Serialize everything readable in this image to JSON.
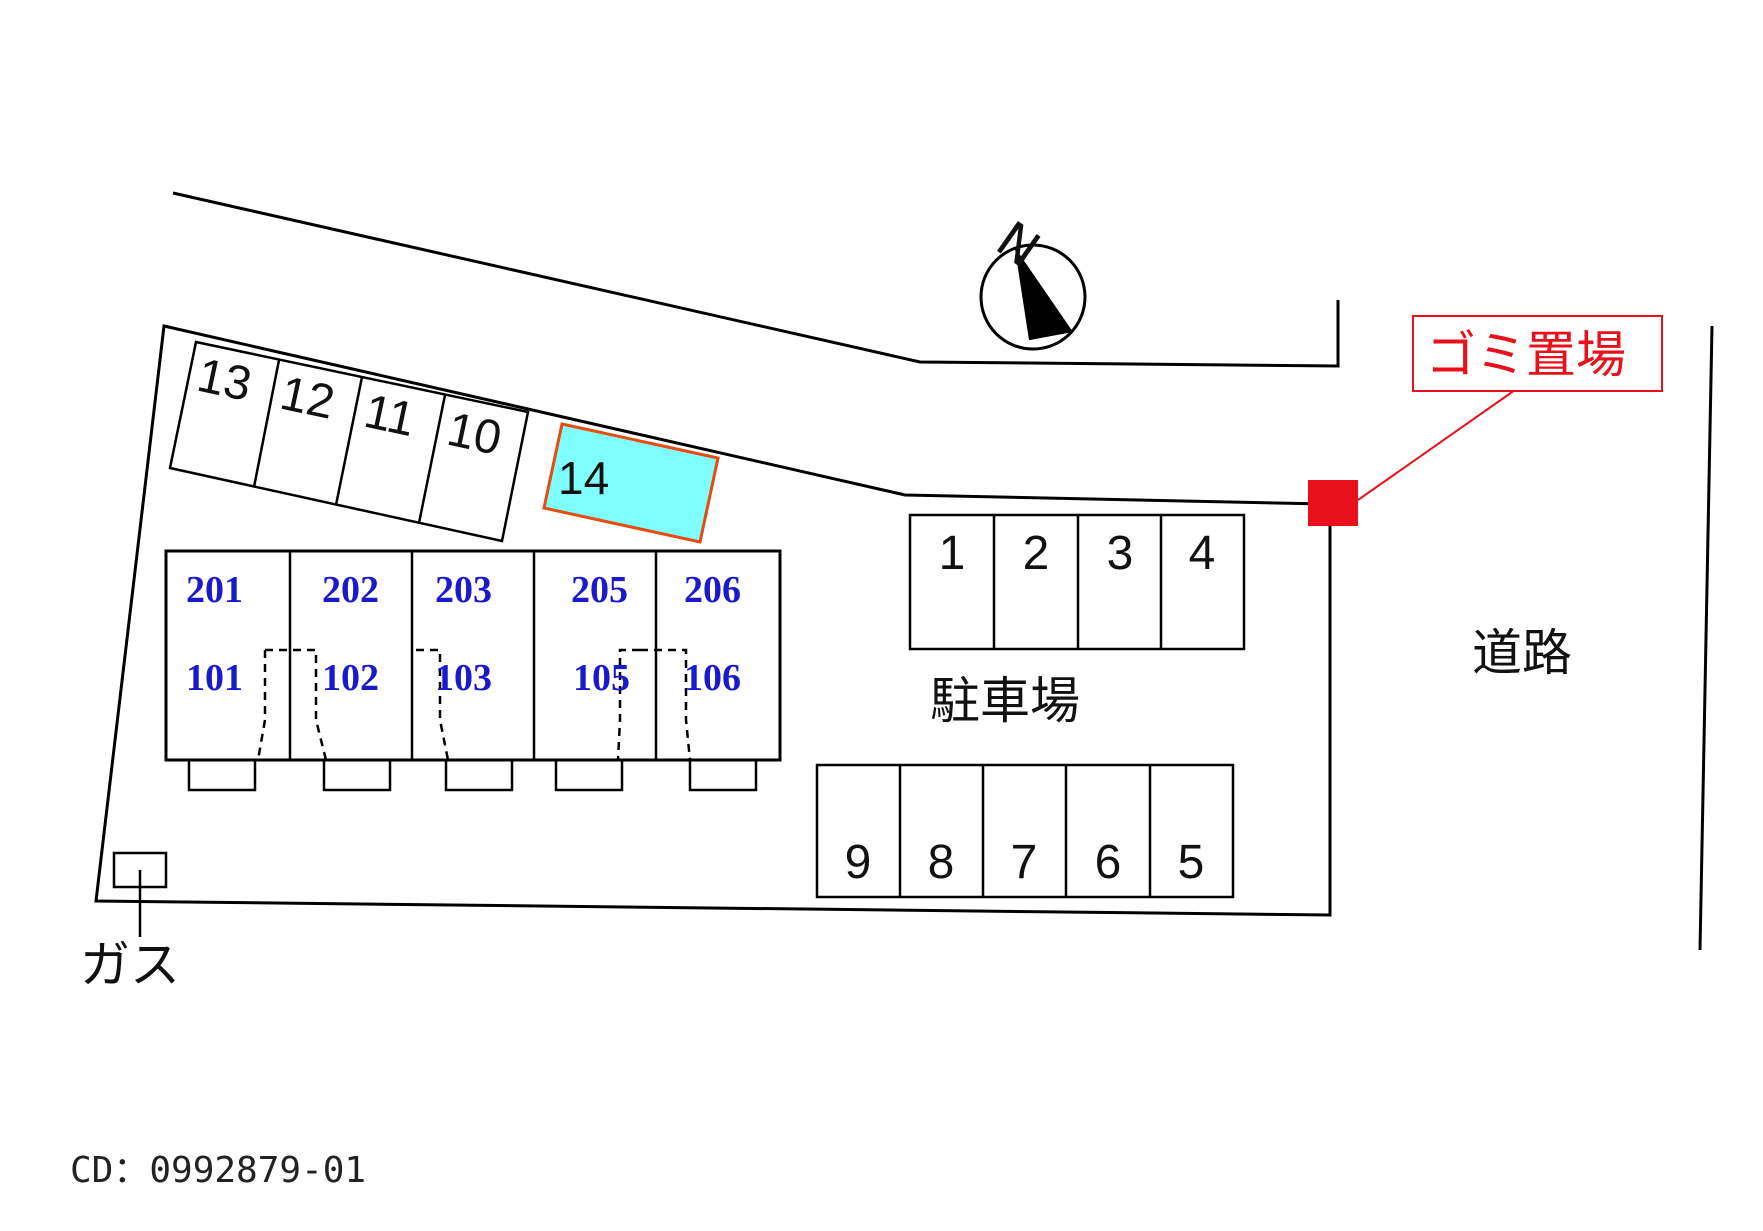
{
  "labels": {
    "garbage": "ゴミ置場",
    "road": "道路",
    "parking": "駐車場",
    "gas": "ガス",
    "north": "N",
    "code": "CD：0992879-01"
  },
  "colors": {
    "unit_number": "#1a1acc",
    "garbage": "#e8101a",
    "highlight_fill": "#80ffff",
    "highlight_stroke": "#e84a10"
  },
  "highlighted_space": "14",
  "top_parking": [
    "13",
    "12",
    "11",
    "10"
  ],
  "row_parking_top": [
    "1",
    "2",
    "3",
    "4"
  ],
  "row_parking_bottom": [
    "9",
    "8",
    "7",
    "6",
    "5"
  ],
  "units_upper": [
    "201",
    "202",
    "203",
    "205",
    "206"
  ],
  "units_lower": [
    "101",
    "102",
    "103",
    "105",
    "106"
  ]
}
